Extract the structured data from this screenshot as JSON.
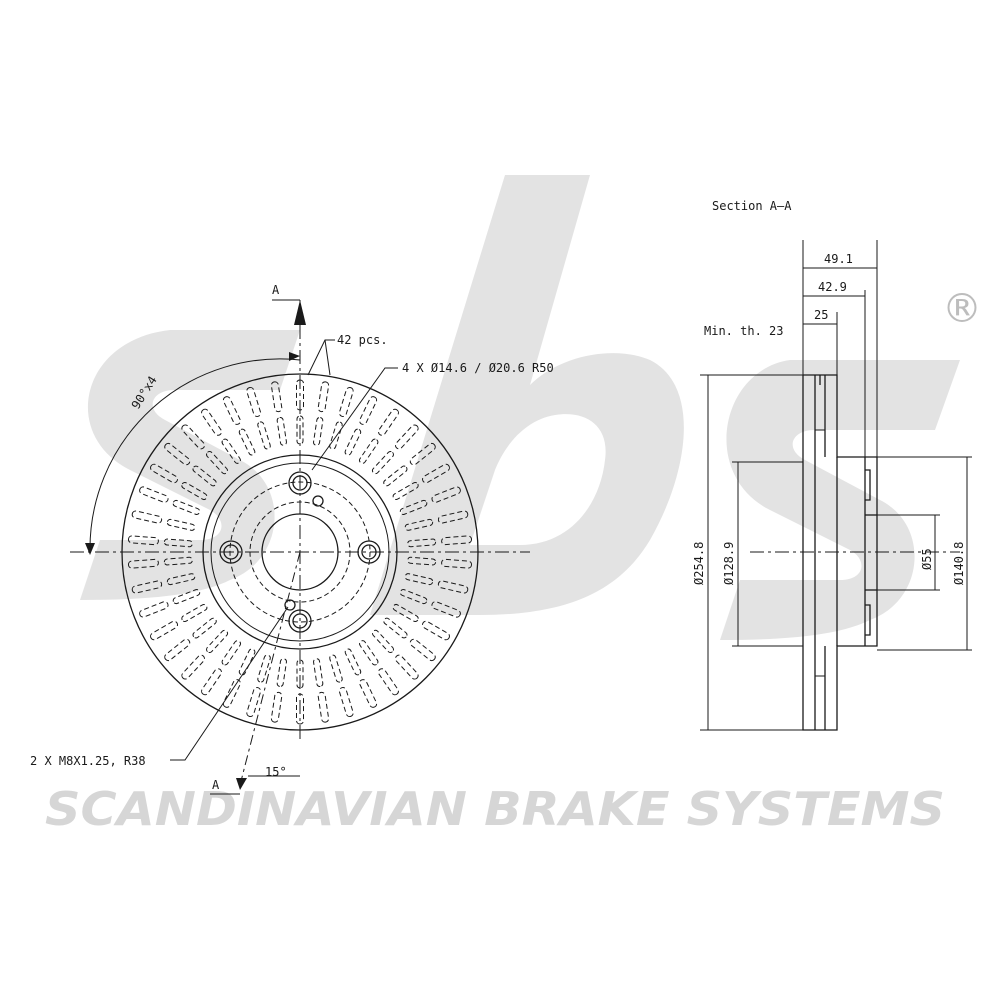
{
  "brand": {
    "logo_text": "sbs",
    "registered_mark": "®",
    "tagline": "SCANDINAVIAN BRAKE SYSTEMS",
    "watermark_color": "#e3e3e3"
  },
  "front_view": {
    "section_marker_top": "A",
    "section_marker_bottom": "A",
    "vane_count_label": "42 pcs.",
    "bolt_holes_label": "4 X Ø14.6 / Ø20.6 R50",
    "threaded_holes_label": "2 X M8X1.25, R38",
    "angle_pattern_label": "90°x4",
    "angle_offset_label": "15°"
  },
  "section_view": {
    "title": "Section A–A",
    "min_thickness_label": "Min. th. 23",
    "dimensions": {
      "overall_height": "49.1",
      "hat_height": "42.9",
      "disc_thickness": "25",
      "outer_diameter": "Ø254.8",
      "hat_diameter": "Ø128.9",
      "center_bore": "Ø55",
      "hub_diameter": "Ø140.8"
    }
  },
  "line_color": "#1a1a1a"
}
